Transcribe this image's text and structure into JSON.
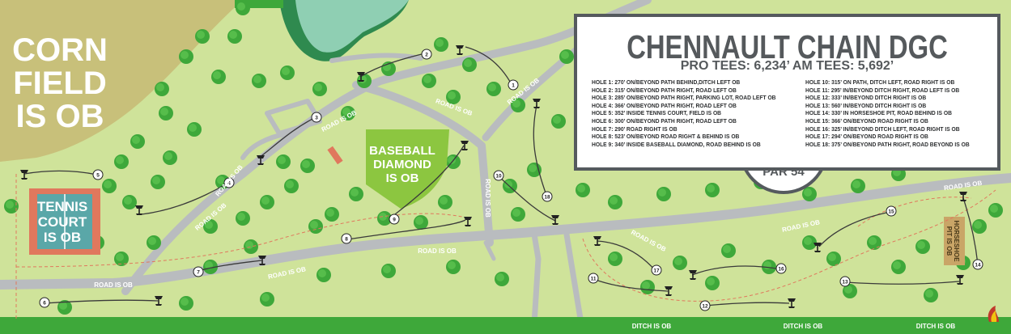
{
  "map": {
    "title": "CHENNAULT CHAIN DGC",
    "tee_summary": "PRO TEES: 6,234’ AM TEES: 5,692’",
    "par": "PAR 54",
    "holes": [
      "HOLE 1: 270’ ON/BEYOND PATH BEHIND,DITCH LEFT OB",
      "HOLE 2: 315’ ON/BEYOND PATH RIGHT, ROAD LEFT OB",
      "HOLE 3: 285’ ON/BEYOND PATH RIGHT, PARKING LOT, ROAD LEFT OB",
      "HOLE 4: 366’ ON/BEYOND PATH RIGHT, ROAD LEFT OB",
      "HOLE 5: 352’ INSIDE TENNIS COURT, FIELD IS OB",
      "HOLE 6: 300’ ON/BEYOND PATH RIGHT, ROAD LEFT OB",
      "HOLE 7: 290’ ROAD RIGHT IS OB",
      "HOLE 8: 523’ ON/BEYOND ROAD RIGHT & BEHIND IS OB",
      "HOLE 9: 340’ INSIDE BASEBALL DIAMOND, ROAD BEHIND IS OB",
      "HOLE 10: 315’ ON PATH, DITCH LEFT, ROAD RIGHT IS OB",
      "HOLE 11: 295’ IN/BEYOND DITCH RIGHT, ROAD LEFT IS OB",
      "HOLE 12: 333’ IN/BEYOND DITCH RIGHT IS OB",
      "HOLE 13: 560’ IN/BEYOND DITCH RIGHT IS OB",
      "HOLE 14: 330’ IN HORSESHOE PIT, ROAD BEHIND IS OB",
      "HOLE 15: 366’ ON/BEYOND ROAD RIGHT IS OB",
      "HOLE 16: 325’ IN/BEYOND DITCH LEFT, ROAD RIGHT IS OB",
      "HOLE 17: 294’ ON/BEYOND ROAD RIGHT IS OB",
      "HOLE 18: 375’ ON/BEYOND PATH RIGHT, ROAD BEYOND IS OB"
    ],
    "areas": {
      "corn_lines": [
        "CORN",
        "FIELD",
        "IS OB"
      ],
      "tennis_lines": [
        "TENNIS",
        "COURT",
        "IS OB"
      ],
      "baseball_lines": [
        "BASEBALL",
        "DIAMOND",
        "IS OB"
      ],
      "horseshoe_lines": [
        "HORSESHOE",
        "PIT IS OB"
      ]
    },
    "road_label": "ROAD IS OB",
    "ditch_label": "DITCH IS OB",
    "hole_markers": [
      "1",
      "2",
      "3",
      "4",
      "5",
      "6",
      "7",
      "8",
      "9",
      "10",
      "11",
      "12",
      "13",
      "14",
      "15",
      "16",
      "17",
      "18"
    ],
    "colors": {
      "grass": "#cfe39a",
      "field": "#c8c07a",
      "tree": "#3ea83a",
      "road": "#b9bcbf",
      "water": "#8fcfb3",
      "panel_border": "#555a5e",
      "baseball": "#8cc640",
      "tennis_court": "#e0785d",
      "tennis_inner": "#5aa7a8",
      "horseshoe": "#c9a567"
    }
  }
}
